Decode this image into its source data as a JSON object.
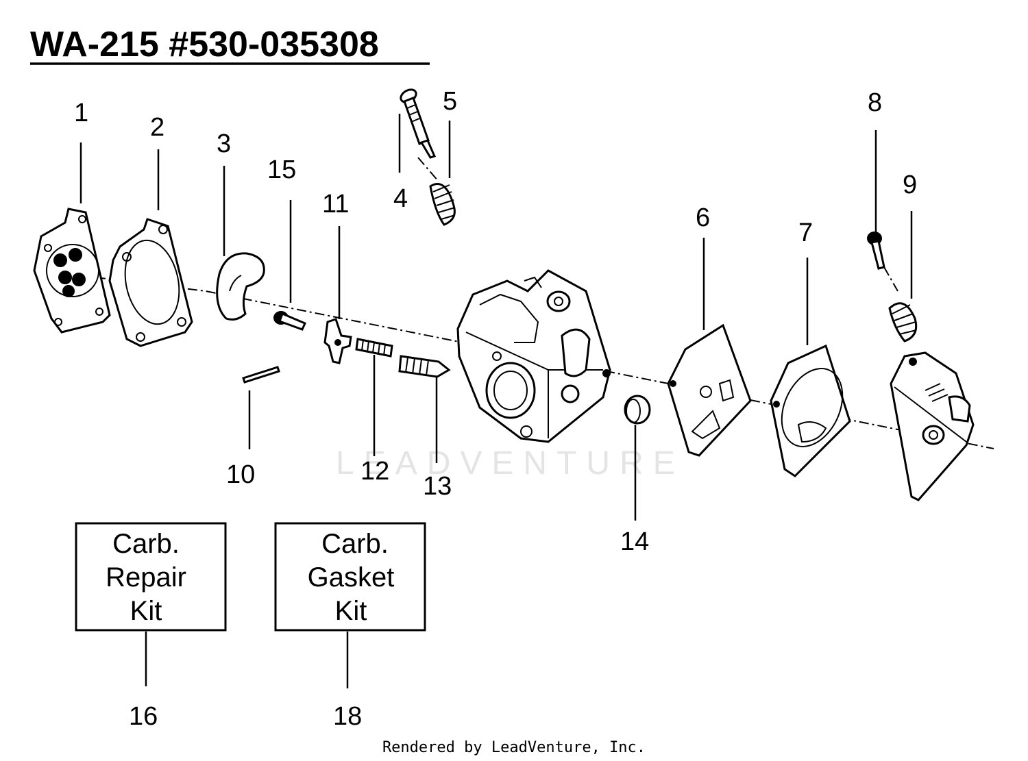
{
  "title": "WA-215 #530-035308",
  "callouts": {
    "c1": "1",
    "c2": "2",
    "c3": "3",
    "c4": "4",
    "c5": "5",
    "c6": "6",
    "c7": "7",
    "c8": "8",
    "c9": "9",
    "c10": "10",
    "c11": "11",
    "c12": "12",
    "c13": "13",
    "c14": "14",
    "c15": "15",
    "c16": "16",
    "c18": "18"
  },
  "kits": {
    "repair": {
      "line1": "Carb.",
      "line2": "Repair",
      "line3": "Kit"
    },
    "gasket": {
      "line1": "Carb.",
      "line2": "Gasket",
      "line3": "Kit"
    }
  },
  "watermark": "LEADVENTURE",
  "footer": "Rendered by LeadVenture, Inc."
}
